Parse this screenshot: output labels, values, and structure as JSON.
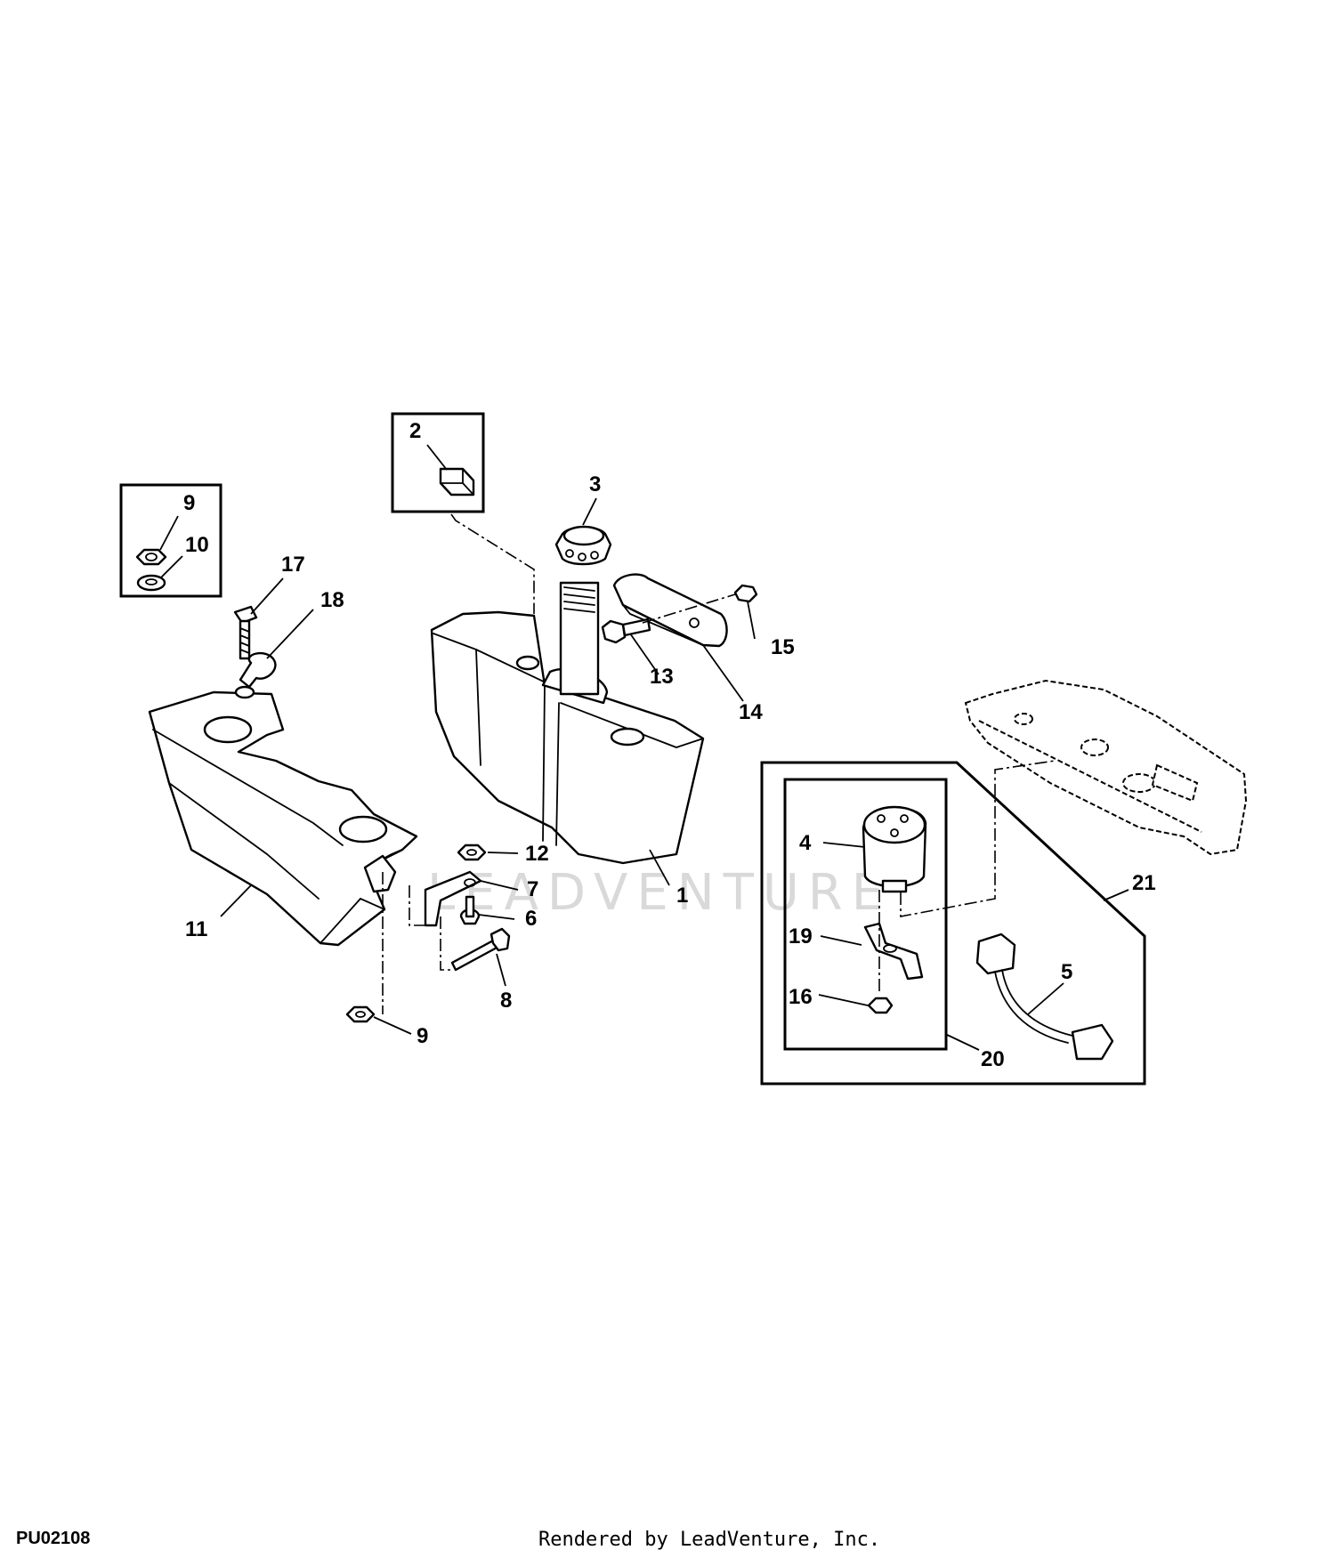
{
  "diagram_id": "PU02108",
  "credit": "Rendered by LeadVenture, Inc.",
  "watermark": "LEADVENTURE",
  "callouts": {
    "c1": "1",
    "c2": "2",
    "c3": "3",
    "c4": "4",
    "c5": "5",
    "c6": "6",
    "c7": "7",
    "c8": "8",
    "c9a": "9",
    "c9b": "9",
    "c10": "10",
    "c11": "11",
    "c12": "12",
    "c13": "13",
    "c14": "14",
    "c15": "15",
    "c16": "16",
    "c17": "17",
    "c18": "18",
    "c19": "19",
    "c20": "20",
    "c21": "21"
  }
}
